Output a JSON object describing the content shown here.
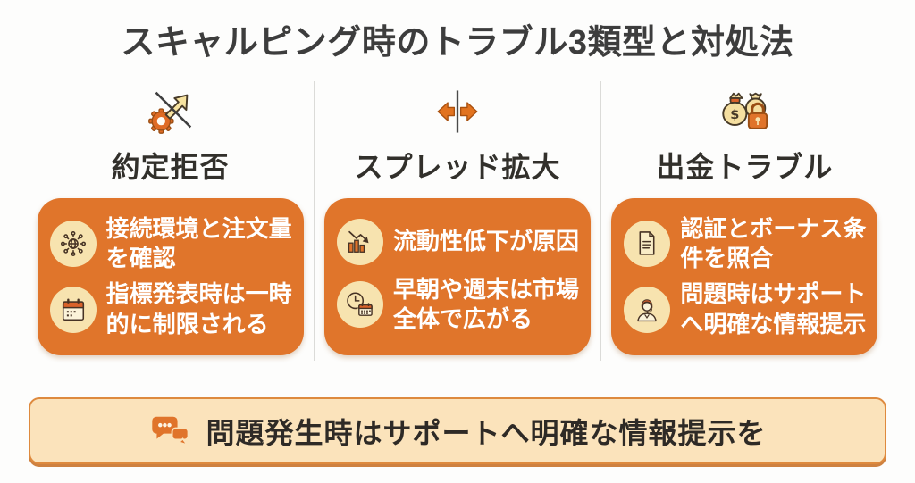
{
  "page": {
    "title": "スキャルピング時のトラブル3類型と対処法"
  },
  "columns": [
    {
      "icon": "gear-arrow-rejected-icon",
      "heading": "約定拒否",
      "items": [
        {
          "icon": "network-icon",
          "text": "接続環境と注文量を確認"
        },
        {
          "icon": "calendar-icon",
          "text": "指標発表時は一時的に制限される"
        }
      ]
    },
    {
      "icon": "spread-arrows-icon",
      "heading": "スプレッド拡大",
      "items": [
        {
          "icon": "declining-chart-icon",
          "text": "流動性低下が原因"
        },
        {
          "icon": "clock-calendar-icon",
          "text": "早朝や週末は市場全体で広がる"
        }
      ]
    },
    {
      "icon": "money-bag-lock-icon",
      "heading": "出金トラブル",
      "items": [
        {
          "icon": "document-icon",
          "text": "認証とボーナス条件を照合"
        },
        {
          "icon": "support-agent-icon",
          "text": "問題時はサポートへ明確な情報提示"
        }
      ]
    }
  ],
  "footer": {
    "icon": "chat-bubbles-icon",
    "text": "問題発生時はサポートへ明確な情報提示を"
  },
  "colors": {
    "card_orange": "#E0752B",
    "icon_circle_cream": "#F7E3AF",
    "icon_line_dark": "#473325",
    "banner_bg": "#FBE3BB",
    "banner_border": "#DE8A3E",
    "title_text": "#3D3D3D",
    "card_text": "#FFFFFF",
    "divider_gray": "#DBDBD8"
  }
}
